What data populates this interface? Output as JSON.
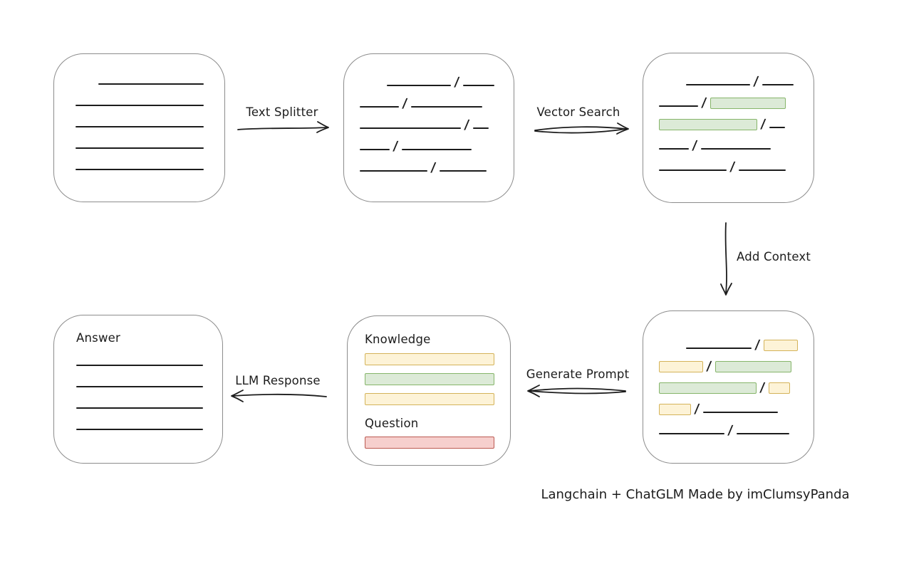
{
  "labels": {
    "text_splitter": "Text Splitter",
    "vector_search": "Vector Search",
    "add_context": "Add Context",
    "generate_prompt": "Generate Prompt",
    "llm_response": "LLM Response"
  },
  "prompt_box": {
    "knowledge": "Knowledge",
    "question": "Question"
  },
  "answer_box": {
    "title": "Answer"
  },
  "footer": {
    "credit": "Langchain + ChatGLM Made by imClumsyPanda"
  },
  "glyphs": {
    "slash": "/"
  },
  "colors": {
    "green-fill": "#dcead7",
    "green-stroke": "#86b56a",
    "yellow-fill": "#fdf3d7",
    "yellow-stroke": "#d4b359",
    "red-fill": "#f6cfcd",
    "red-stroke": "#bb5a51",
    "line": "#1c1c1c",
    "arrow": "#1c1c1c",
    "box-border": "#8c8c8c"
  },
  "rows": {
    "document": [
      [
        {
          "t": "indent",
          "w": 32
        },
        {
          "t": "line",
          "w": 148
        }
      ],
      [
        {
          "t": "line",
          "w": 180
        }
      ],
      [
        {
          "t": "line",
          "w": 180
        }
      ],
      [
        {
          "t": "line",
          "w": 180
        }
      ],
      [
        {
          "t": "line",
          "w": 180
        }
      ]
    ],
    "split": [
      [
        {
          "t": "indent",
          "w": 38
        },
        {
          "t": "line",
          "w": 90
        },
        {
          "t": "slash"
        },
        {
          "t": "line",
          "w": 44
        }
      ],
      [
        {
          "t": "line",
          "w": 55
        },
        {
          "t": "slash"
        },
        {
          "t": "line",
          "w": 100
        }
      ],
      [
        {
          "t": "line",
          "w": 142
        },
        {
          "t": "slash"
        },
        {
          "t": "line",
          "w": 22
        }
      ],
      [
        {
          "t": "line",
          "w": 42
        },
        {
          "t": "slash"
        },
        {
          "t": "line",
          "w": 98
        }
      ],
      [
        {
          "t": "line",
          "w": 95
        },
        {
          "t": "slash"
        },
        {
          "t": "line",
          "w": 66
        }
      ]
    ],
    "vector": [
      [
        {
          "t": "indent",
          "w": 38
        },
        {
          "t": "line",
          "w": 90
        },
        {
          "t": "slash"
        },
        {
          "t": "line",
          "w": 44
        }
      ],
      [
        {
          "t": "line",
          "w": 55
        },
        {
          "t": "slash"
        },
        {
          "t": "chunk",
          "c": "green",
          "w": 106
        }
      ],
      [
        {
          "t": "chunk",
          "c": "green",
          "w": 138
        },
        {
          "t": "slash"
        },
        {
          "t": "line",
          "w": 22
        }
      ],
      [
        {
          "t": "line",
          "w": 42
        },
        {
          "t": "slash"
        },
        {
          "t": "line",
          "w": 98
        }
      ],
      [
        {
          "t": "line",
          "w": 95
        },
        {
          "t": "slash"
        },
        {
          "t": "line",
          "w": 66
        }
      ]
    ],
    "context": [
      [
        {
          "t": "indent",
          "w": 38
        },
        {
          "t": "line",
          "w": 92
        },
        {
          "t": "slash"
        },
        {
          "t": "chunk",
          "c": "yellow",
          "w": 48
        }
      ],
      [
        {
          "t": "chunk",
          "c": "yellow",
          "w": 62
        },
        {
          "t": "slash"
        },
        {
          "t": "chunk",
          "c": "green",
          "w": 107
        }
      ],
      [
        {
          "t": "chunk",
          "c": "green",
          "w": 137
        },
        {
          "t": "slash"
        },
        {
          "t": "chunk",
          "c": "yellow",
          "w": 30
        }
      ],
      [
        {
          "t": "chunk",
          "c": "yellow",
          "w": 45
        },
        {
          "t": "slash"
        },
        {
          "t": "line",
          "w": 105
        }
      ],
      [
        {
          "t": "line",
          "w": 92
        },
        {
          "t": "slash"
        },
        {
          "t": "line",
          "w": 74
        }
      ]
    ],
    "answer_lines": [
      [
        {
          "t": "line",
          "w": 178
        }
      ],
      [
        {
          "t": "line",
          "w": 178
        }
      ],
      [
        {
          "t": "line",
          "w": 178
        }
      ],
      [
        {
          "t": "line",
          "w": 178
        }
      ]
    ],
    "prompt_bars": [
      [
        {
          "t": "chunk",
          "c": "yellow",
          "w": 182
        }
      ],
      [
        {
          "t": "chunk",
          "c": "green",
          "w": 182
        }
      ],
      [
        {
          "t": "chunk",
          "c": "yellow",
          "w": 182
        }
      ]
    ],
    "question_bar": [
      [
        {
          "t": "chunk",
          "c": "red",
          "w": 182
        }
      ]
    ]
  }
}
